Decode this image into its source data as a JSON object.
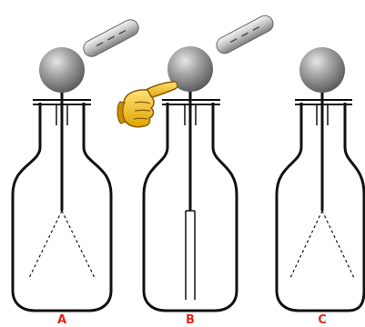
{
  "panels": [
    {
      "label": "A",
      "state": "charged-rod-near-sphere-leaves-diverged"
    },
    {
      "label": "B",
      "state": "finger-touching-sphere-leaves-collapsed"
    },
    {
      "label": "C",
      "state": "rod-removed-leaves-diverged"
    }
  ],
  "colors": {
    "label": "#e3261b",
    "outline": "#111111",
    "sphere": "#9a9a9a",
    "rod": "#bdbdbd",
    "hand": "#f2c21a"
  },
  "icons": [
    "electroscope-icon",
    "glass-rod-icon",
    "pointing-hand-icon"
  ]
}
